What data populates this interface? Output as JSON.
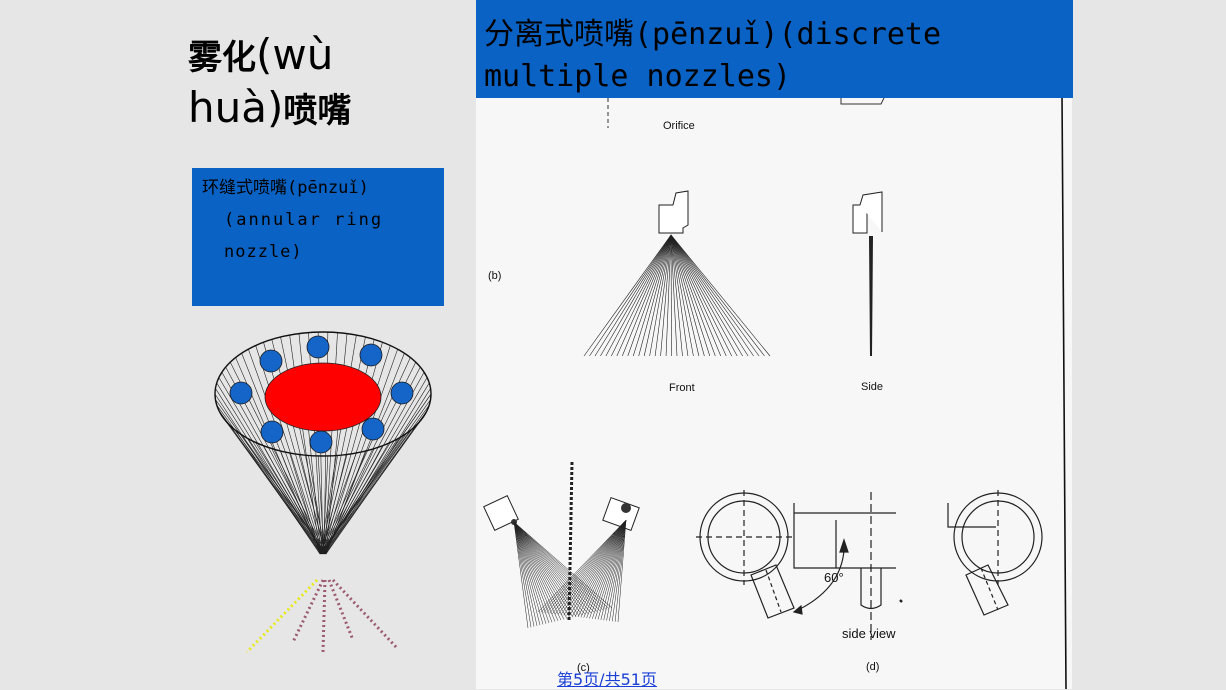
{
  "title": {
    "line1_cjk": "雾化",
    "line1_latin": "(wù",
    "line2_latin": "huà)",
    "line2_cjk": "喷嘴"
  },
  "annular_box": {
    "line1": "环缝式喷嘴(pēnzuǐ)",
    "line2": "(annular ring",
    "line3": "nozzle)"
  },
  "header": {
    "line1": "分离式喷嘴(pēnzuǐ)(discrete",
    "line2": "multiple nozzles)"
  },
  "figure_labels": {
    "orifice": "Orifice",
    "b": "(b)",
    "front": "Front",
    "side": "Side",
    "c": "(c)",
    "angle": "60°",
    "side_view": "side view",
    "d": "(d)"
  },
  "footer": {
    "page_text": "第5页/共51页"
  },
  "colors": {
    "blue_box": "#0a62c4",
    "red_ellipse": "#ff0000",
    "orifice_blue": "#1565c8",
    "background": "#e6e6e6"
  }
}
